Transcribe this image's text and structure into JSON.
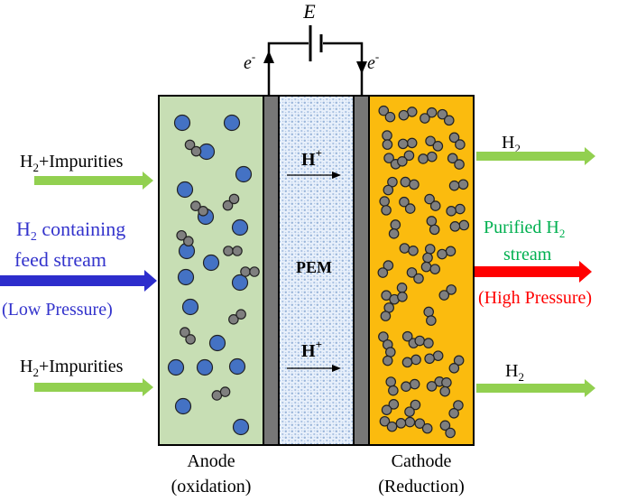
{
  "circuit": {
    "source_label": "E",
    "electron_left": "e",
    "electron_right": "e",
    "electron_charge": "-"
  },
  "membrane": {
    "label": "PEM",
    "proton_top": "H",
    "proton_bottom": "H",
    "proton_charge": "+"
  },
  "anode": {
    "line1": "Anode",
    "line2": "(oxidation)"
  },
  "cathode": {
    "line1": "Cathode",
    "line2": "(Reduction)"
  },
  "inlet": {
    "top": {
      "h": "H",
      "sub": "2",
      "rest": "+Impurities"
    },
    "bottom": {
      "h": "H",
      "sub": "2",
      "rest": "+Impurities"
    },
    "feed": {
      "h": "H",
      "sub": "2",
      "rest": " containing",
      "line2": "feed stream",
      "pressure": "(Low Pressure)"
    }
  },
  "outlet": {
    "top": {
      "h": "H",
      "sub": "2"
    },
    "bottom": {
      "h": "H",
      "sub": "2"
    },
    "product": {
      "prefix": "Purified H",
      "sub": "2",
      "line2": "stream",
      "pressure": "(High Pressure)"
    }
  },
  "colors": {
    "anode_fill": "#c7deb4",
    "cathode_fill": "#fbbb0e",
    "electrode": "#777777",
    "pem_fill": "#e8f0fb",
    "pem_dots": "#97b3d9",
    "blue_particle": "#4472c4",
    "grey_particle": "#7f7f7f",
    "green_arrow": "#92d050",
    "blue_arrow": "#2d2dcc",
    "red_arrow": "#ff0000",
    "feed_text": "#3333cc",
    "product_text": "#00b050",
    "pressure_text": "#ff0000"
  },
  "icons": {
    "battery": "battery-icon",
    "blue_particle": "h2-molecule-icon",
    "grey_particle": "impurity-molecule-icon"
  }
}
